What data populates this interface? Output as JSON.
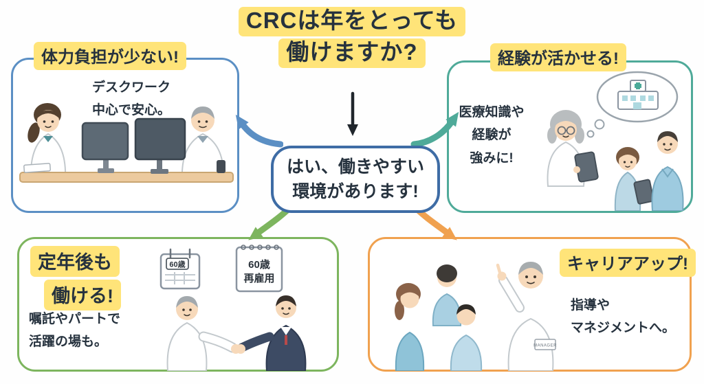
{
  "title": {
    "lines": [
      "CRCは年をとっても",
      "働けますか?"
    ]
  },
  "center_answer": {
    "lines": [
      "はい、働きやすい",
      "環境があります!"
    ]
  },
  "panels": {
    "physical": {
      "heading": "体力負担が少ない!",
      "body_lines": [
        "デスクワーク",
        "中心で安心。"
      ],
      "illustration": "two CRC staff seated at a desk with two computer monitors"
    },
    "experience": {
      "heading": "経験が活かせる!",
      "body_lines": [
        "医療知識や",
        "経験が",
        "強みに!"
      ],
      "illustration": "senior CRC holding a tablet with a thought bubble showing a hospital, beside two younger colleagues"
    },
    "retirement": {
      "heading_lines": [
        "定年後も",
        "働ける!"
      ],
      "body_lines": [
        "嘱託やパートで",
        "活躍の場も。"
      ],
      "calendar_label": "60歳",
      "document_lines": [
        "60歳",
        "再雇用"
      ],
      "illustration": "senior worker in white coat shaking hands with a businessman, calendar and re-employment document above"
    },
    "career": {
      "heading": "キャリアアップ!",
      "body_lines": [
        "指導や",
        "マネジメントへ。"
      ],
      "manager_badge": "MANAGER",
      "illustration": "senior manager with badge pointing upward while mentoring three younger staff"
    }
  },
  "colors": {
    "highlight": "#ffe479",
    "ink": "#26323e",
    "panel_physical": "#5b8fc4",
    "panel_experience": "#4faa99",
    "panel_retirement": "#7db55e",
    "panel_career": "#f0a14f",
    "center_border": "#3e6ca5",
    "down_arrow": "#20262c"
  }
}
